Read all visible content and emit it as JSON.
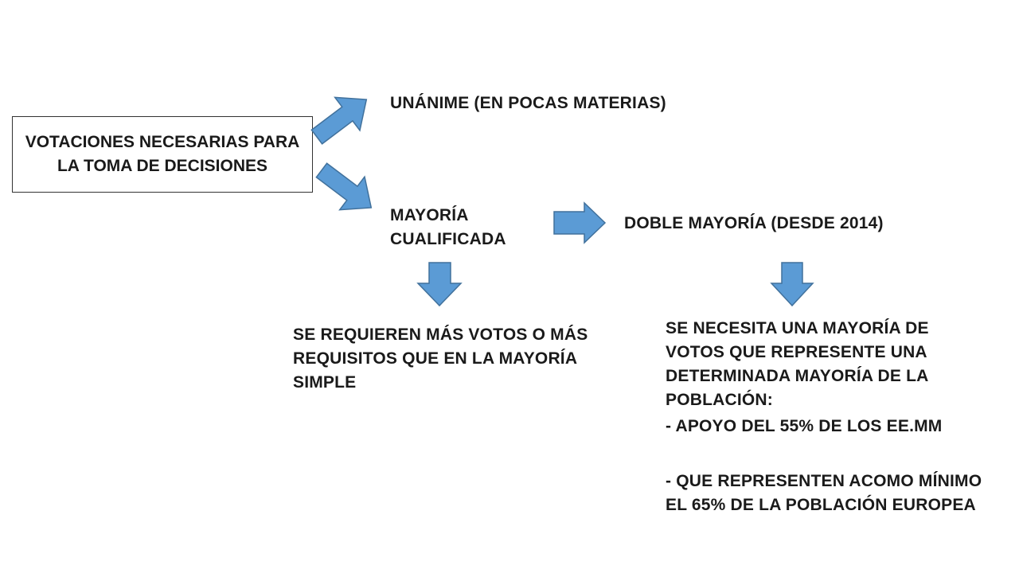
{
  "root": {
    "label": "VOTACIONES NECESARIAS PARA LA TOMA DE DECISIONES"
  },
  "nodes": {
    "unanime": "UNÁNIME (EN POCAS MATERIAS)",
    "mayoria_cualificada": "MAYORÍA CUALIFICADA",
    "doble_mayoria": "DOBLE MAYORÍA (DESDE 2014)",
    "requieren": "SE REQUIEREN MÁS VOTOS O MÁS REQUISITOS QUE EN LA MAYORÍA SIMPLE",
    "necesita": "SE NECESITA UNA MAYORÍA DE VOTOS QUE REPRESENTE UNA DETERMINADA MAYORÍA DE LA POBLACIÓN:",
    "apoyo": "- APOYO DEL 55% DE LOS EE.MM",
    "representen": "- QUE REPRESENTEN ACOMO MÍNIMO EL 65% DE LA POBLACIÓN EUROPEA"
  },
  "colors": {
    "arrow_fill": "#5b9bd5",
    "arrow_stroke": "#41719c",
    "text": "#1a1a1a"
  }
}
